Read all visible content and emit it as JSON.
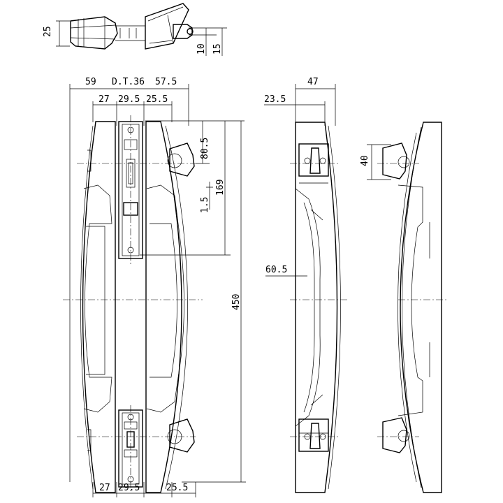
{
  "top_view": {
    "dims": {
      "d25": "25",
      "d10": "10",
      "d15": "15"
    }
  },
  "front_view": {
    "dims": {
      "d59": "59",
      "dt36": "D.T.36",
      "d57_5": "57.5",
      "d27_top": "27",
      "d29_5_top": "29.5",
      "d25_5_top": "25.5",
      "d80_5": "80.5",
      "d1_5": "1.5",
      "d169": "169",
      "d450": "450",
      "d27_bot": "27",
      "d29_5_bot": "29.5",
      "d25_5_bot": "25.5"
    }
  },
  "side_view": {
    "dims": {
      "d47": "47",
      "d23_5": "23.5",
      "d60_5": "60.5",
      "d40": "40"
    }
  }
}
